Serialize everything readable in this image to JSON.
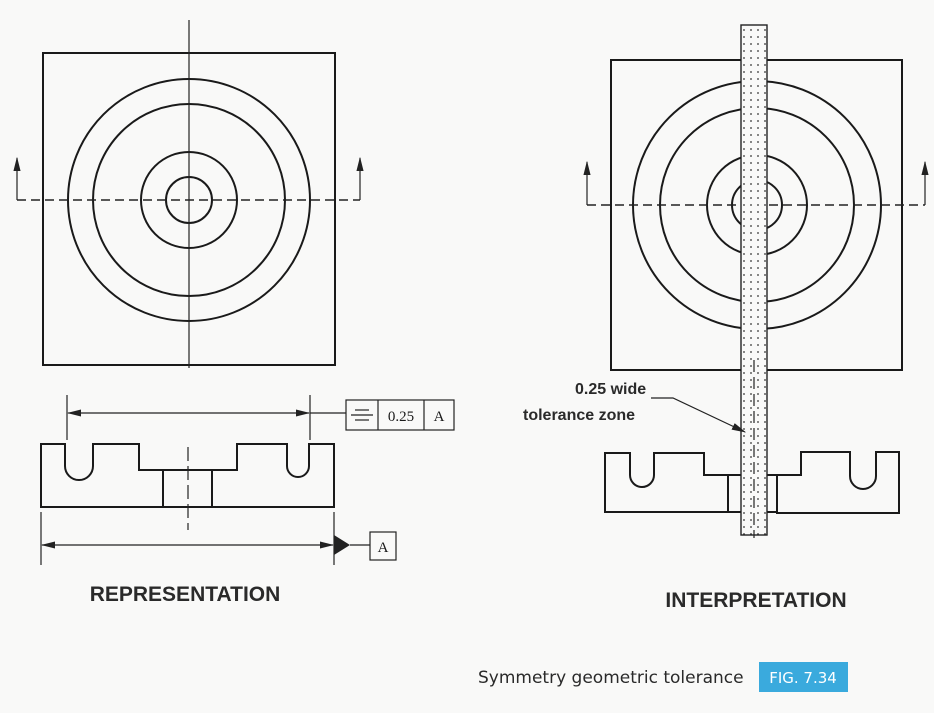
{
  "representation": {
    "title": "REPRESENTATION",
    "feature_control_frame": {
      "symbol": "symmetry-icon",
      "tolerance": "0.25",
      "datum": "A"
    },
    "datum_label": "A"
  },
  "interpretation": {
    "title": "INTERPRETATION",
    "zone_label_line1": "0.25 wide",
    "zone_label_line2": "tolerance zone"
  },
  "caption": {
    "text": "Symmetry geometric tolerance",
    "figure": "FIG. 7.34",
    "figure_color": "#3aaadd"
  }
}
